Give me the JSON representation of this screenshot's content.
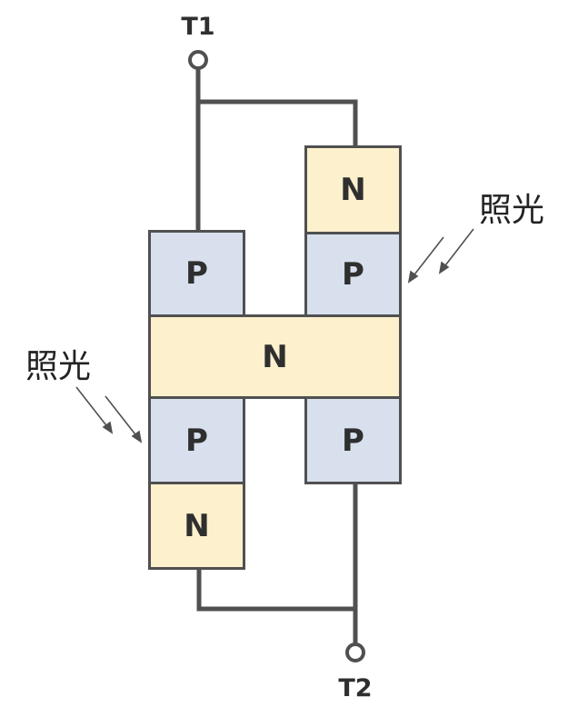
{
  "colors": {
    "p_fill": "#d8e0ee",
    "n_fill": "#fdf0cc",
    "stroke": "#505050",
    "text": "#2f2f2f"
  },
  "terminals": {
    "t1": "T1",
    "t2": "T2"
  },
  "light_labels": {
    "right": "照光",
    "left": "照光"
  },
  "layers": {
    "left_p_top": "P",
    "right_n_top": "N",
    "right_p_upper": "P",
    "middle_n": "N",
    "left_p_lower": "P",
    "right_p_lower": "P",
    "left_n_bottom": "N"
  }
}
